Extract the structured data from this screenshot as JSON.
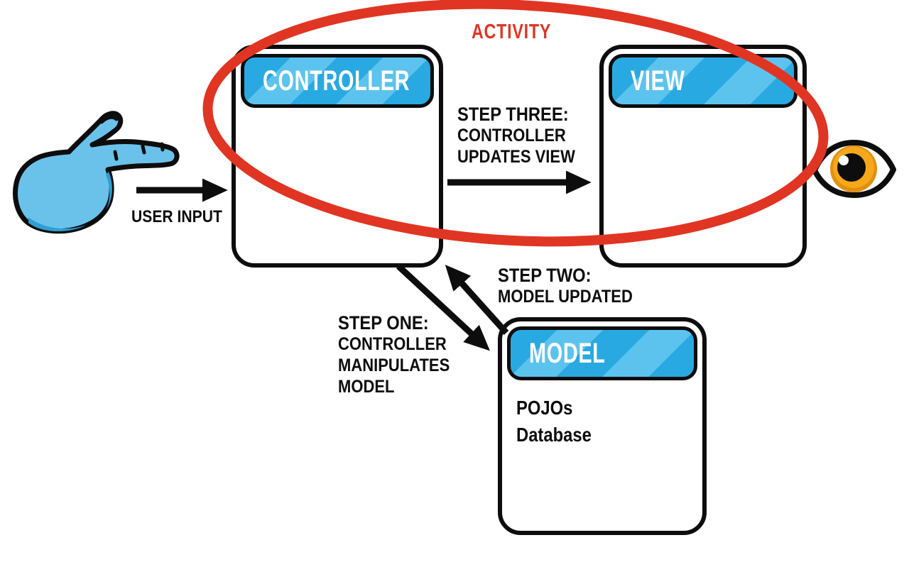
{
  "diagram": {
    "activity_label": "ACTIVITY",
    "user_input": {
      "label": "USER INPUT"
    },
    "boxes": {
      "controller": {
        "title": "CONTROLLER"
      },
      "view": {
        "title": "VIEW"
      },
      "model": {
        "title": "MODEL",
        "items": [
          "POJOs",
          "Database"
        ]
      }
    },
    "steps": {
      "one": {
        "lines": [
          "STEP ONE:",
          "CONTROLLER",
          "MANIPULATES",
          "MODEL"
        ]
      },
      "two": {
        "lines": [
          "STEP TWO:",
          "MODEL UPDATED"
        ]
      },
      "three": {
        "lines": [
          "STEP THREE:",
          "CONTROLLER",
          "UPDATES VIEW"
        ]
      }
    },
    "icons": {
      "hand": "pointing-hand-icon",
      "eye": "eye-icon"
    },
    "colors": {
      "ink": "#0d0d0d",
      "accent_blue": "#29A9E1",
      "stripe_blue": "#5CC3EE",
      "red": "#E13524",
      "hand_blue": "#6AC2EB",
      "hand_shade": "#2F9ED4",
      "iris_orange": "#F6A81C",
      "iris_dark": "#E38F0E",
      "eye_gray": "#A9A9A9"
    }
  }
}
